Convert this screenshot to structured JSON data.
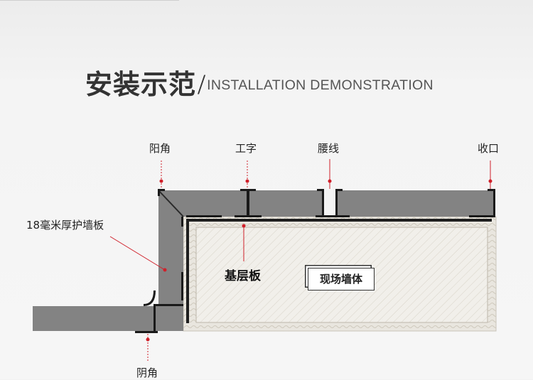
{
  "header": {
    "title_cn": "安装示范",
    "separator": "/",
    "title_en": "INSTALLATION DEMONSTRATION"
  },
  "labels": {
    "outer_corner_top": "阳角",
    "h_joint": "工字",
    "waist_line": "腰线",
    "end_cap": "收口",
    "panel": "18毫米厚护墙板",
    "base_board": "基层板",
    "site_wall": "现场墙体",
    "inner_corner_bottom": "阴角"
  },
  "colors": {
    "panel_fill": "#838383",
    "trim": "#1a1a1a",
    "marker": "#d0202a",
    "wall_hatch": "#e6e2da"
  }
}
